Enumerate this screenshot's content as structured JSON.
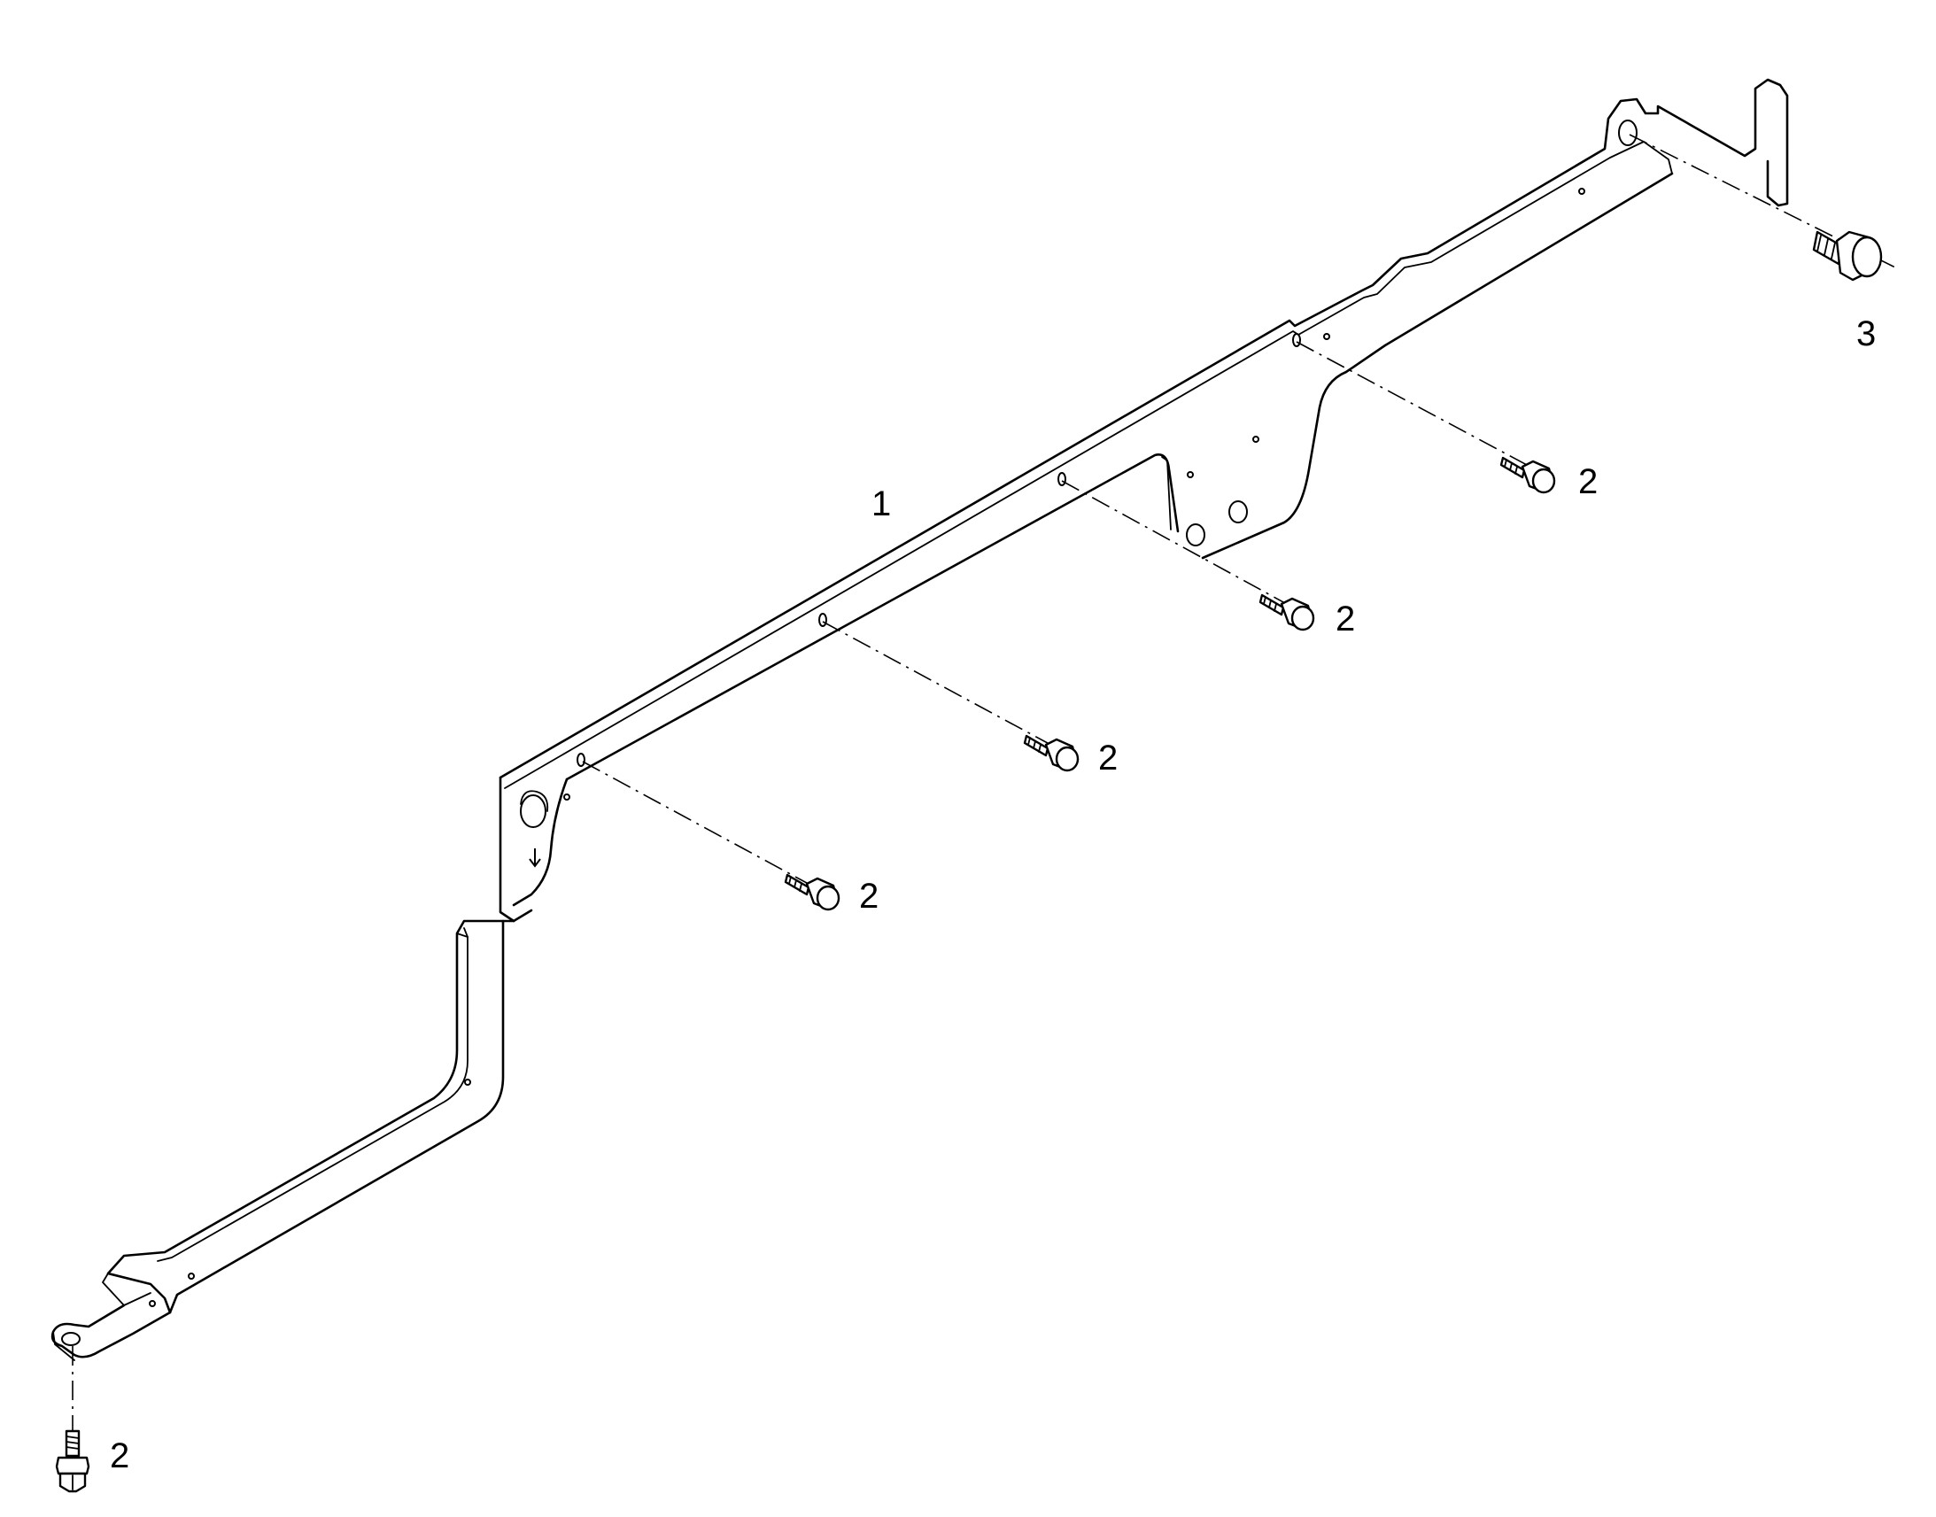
{
  "callouts": {
    "bracket": "1",
    "bolt_a": "2",
    "bolt_b": "2",
    "bolt_c": "2",
    "bolt_d": "2",
    "bolt_e": "2",
    "plug": "3"
  },
  "icons": {
    "bolt": "hex-flange-bolt-icon",
    "plug": "hex-plug-icon"
  }
}
